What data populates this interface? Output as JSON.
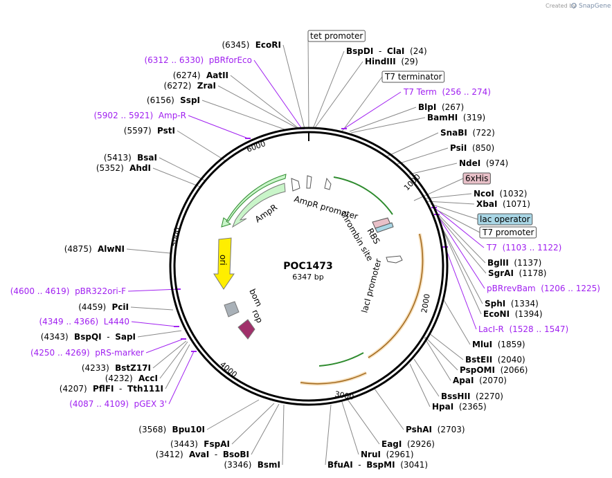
{
  "credit": {
    "prefix": "Created by",
    "brand": "SnapGene"
  },
  "plasmid": {
    "name": "POC1473",
    "length": "6347 bp"
  },
  "ruler": [
    "1000",
    "2000",
    "3000",
    "4000",
    "5000",
    "6000"
  ],
  "top_sites": [
    {
      "num": "(6345)",
      "name": "EcoRI"
    },
    {
      "box": "tet promoter"
    },
    {
      "name": "BspDI",
      "sep": "-",
      "name2": "ClaI",
      "num": "(24)"
    },
    {
      "name": "HindIII",
      "num": "(29)"
    }
  ],
  "left_sites": [
    {
      "primer": "(6312 .. 6330)",
      "label": "pBRforEco"
    },
    {
      "num": "(6274)",
      "name": "AatII"
    },
    {
      "num": "(6272)",
      "name": "ZraI"
    },
    {
      "num": "(6156)",
      "name": "SspI"
    },
    {
      "primer": "(5902 .. 5921)",
      "label": "Amp-R"
    },
    {
      "num": "(5597)",
      "name": "PstI"
    },
    {
      "num": "(5413)",
      "name": "BsaI"
    },
    {
      "num": "(5352)",
      "name": "AhdI"
    },
    {
      "num": "(4875)",
      "name": "AlwNI"
    },
    {
      "primer": "(4600 .. 4619)",
      "label": "pBR322ori-F"
    },
    {
      "num": "(4459)",
      "name": "PciI"
    },
    {
      "primer": "(4349 .. 4366)",
      "label": "L4440"
    },
    {
      "num": "(4343)",
      "name": "BspQI",
      "sep": "-",
      "name2": "SapI"
    },
    {
      "primer": "(4250 .. 4269)",
      "label": "pRS-marker"
    },
    {
      "num": "(4233)",
      "name": "BstZ17I"
    },
    {
      "num": "(4232)",
      "name": "AccI"
    },
    {
      "num": "(4207)",
      "name": "PflFI",
      "sep": "-",
      "name2": "Tth111I"
    },
    {
      "primer": "(4087 .. 4109)",
      "label": "pGEX 3'"
    }
  ],
  "right_sites": [
    {
      "box": "T7 terminator"
    },
    {
      "label": "T7 Term",
      "primer": "(256 .. 274)"
    },
    {
      "name": "BlpI",
      "num": "(267)"
    },
    {
      "name": "BamHI",
      "num": "(319)"
    },
    {
      "name": "SnaBI",
      "num": "(722)"
    },
    {
      "name": "PsiI",
      "num": "(850)"
    },
    {
      "name": "NdeI",
      "num": "(974)"
    },
    {
      "box": "6xHis"
    },
    {
      "name": "NcoI",
      "num": "(1032)"
    },
    {
      "name": "XbaI",
      "num": "(1071)"
    },
    {
      "box": "lac operator"
    },
    {
      "box": "T7 promoter"
    },
    {
      "label": "T7",
      "primer": "(1103 .. 1122)"
    },
    {
      "name": "BglII",
      "num": "(1137)"
    },
    {
      "name": "SgrAI",
      "num": "(1178)"
    },
    {
      "label": "pBRrevBam",
      "primer": "(1206 .. 1225)"
    },
    {
      "name": "SphI",
      "num": "(1334)"
    },
    {
      "name": "EcoNI",
      "num": "(1394)"
    },
    {
      "label": "LacI-R",
      "primer": "(1528 .. 1547)"
    },
    {
      "name": "MluI",
      "num": "(1859)"
    },
    {
      "name": "BstEII",
      "num": "(2040)"
    },
    {
      "name": "PspOMI",
      "num": "(2066)"
    },
    {
      "name": "ApaI",
      "num": "(2070)"
    },
    {
      "name": "BssHII",
      "num": "(2270)"
    },
    {
      "name": "HpaI",
      "num": "(2365)"
    }
  ],
  "bottom_sites": [
    {
      "num": "(3568)",
      "name": "Bpu10I"
    },
    {
      "num": "(3443)",
      "name": "FspAI"
    },
    {
      "num": "(3412)",
      "name": "AvaI",
      "sep": "-",
      "name2": "BsoBI"
    },
    {
      "num": "(3346)",
      "name": "BsmI"
    },
    {
      "name": "PshAI",
      "num": "(2703)"
    },
    {
      "name": "EagI",
      "num": "(2926)"
    },
    {
      "name": "NruI",
      "num": "(2961)"
    },
    {
      "name": "BfuAI",
      "sep": "-",
      "name2": "BspMI",
      "num": "(3041)"
    }
  ],
  "features": [
    "AmpR promoter",
    "AmpR",
    "ori",
    "bom",
    "rop",
    "RBS",
    "thrombin site",
    "lacI promoter"
  ],
  "colors": {
    "backbone": "#000000",
    "primer": "#a020f0",
    "orange": "#e6a23c",
    "green": "#2e8b2e",
    "ampr_fill": "#c9f5c9",
    "ori_fill": "#ffee00",
    "bom_fill": "#a9b1b8",
    "rop_fill": "#a0306a",
    "his_fill": "#e8c0c8",
    "lacop_fill": "#a9d6e5"
  }
}
